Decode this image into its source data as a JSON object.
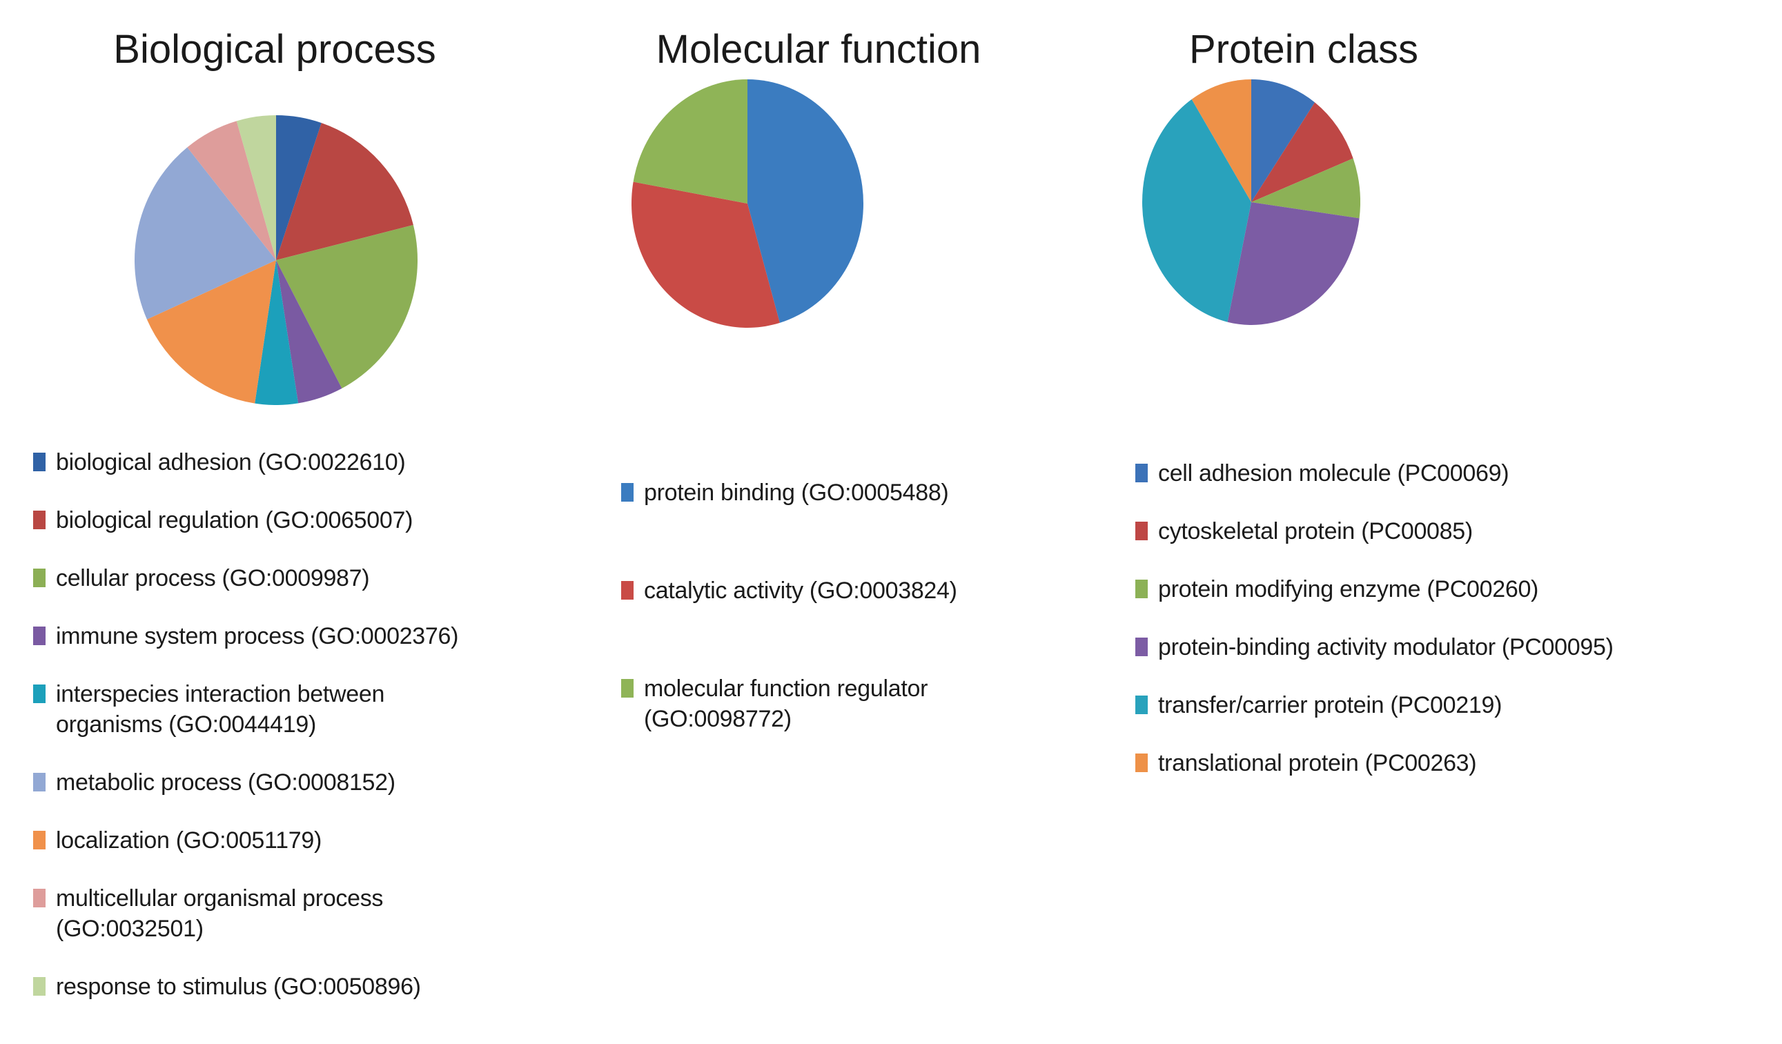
{
  "figure": {
    "background_color": "#ffffff",
    "legend_position": "below"
  },
  "chart_data": [
    {
      "type": "pie",
      "title": "Biological process",
      "slices": [
        {
          "label": "biological adhesion (GO:0022610)",
          "percent": 5.2,
          "color": "#3062A6"
        },
        {
          "label": "biological regulation (GO:0065007)",
          "percent": 15.9,
          "color": "#B94743"
        },
        {
          "label": "cellular process (GO:0009987)",
          "percent": 21.2,
          "color": "#8CAF55"
        },
        {
          "label": "immune system process (GO:0002376)",
          "percent": 5.2,
          "color": "#7A5AA2"
        },
        {
          "label": "interspecies interaction between organisms (GO:0044419)",
          "percent": 4.9,
          "color": "#1CA0BB"
        },
        {
          "label": "localization (GO:0051179)",
          "percent": 15.9,
          "color": "#F0914B"
        },
        {
          "label": "metabolic process (GO:0008152)",
          "percent": 20.9,
          "color": "#92A8D4"
        },
        {
          "label": "multicellular organismal process (GO:0032501)",
          "percent": 6.3,
          "color": "#DE9D9B"
        },
        {
          "label": "response to stimulus (GO:0050896)",
          "percent": 4.5,
          "color": "#C0D69E"
        }
      ],
      "legend": [
        {
          "color": "#3062A6",
          "lines": [
            "biological adhesion (GO:0022610)"
          ]
        },
        {
          "color": "#B94743",
          "lines": [
            "biological regulation (GO:0065007)"
          ]
        },
        {
          "color": "#8CAF55",
          "lines": [
            "cellular process (GO:0009987)"
          ]
        },
        {
          "color": "#7A5AA2",
          "lines": [
            "immune system process (GO:0002376)"
          ]
        },
        {
          "color": "#1CA0BB",
          "lines": [
            "interspecies interaction between",
            "organisms (GO:0044419)"
          ]
        },
        {
          "color": "#92A8D4",
          "lines": [
            "metabolic process (GO:0008152)"
          ]
        },
        {
          "color": "#F0914B",
          "lines": [
            "localization (GO:0051179)"
          ]
        },
        {
          "color": "#DE9D9B",
          "lines": [
            "multicellular organismal process",
            "(GO:0032501)"
          ]
        },
        {
          "color": "#C0D69E",
          "lines": [
            "response to stimulus (GO:0050896)"
          ]
        }
      ]
    },
    {
      "type": "pie",
      "title": "Molecular function",
      "slices": [
        {
          "label": "protein binding (GO:0005488)",
          "percent": 45.5,
          "color": "#3B7CC0"
        },
        {
          "label": "catalytic activity (GO:0003824)",
          "percent": 32.3,
          "color": "#C94B46"
        },
        {
          "label": "molecular function regulator (GO:0098772)",
          "percent": 22.2,
          "color": "#8FB457"
        }
      ],
      "legend": [
        {
          "color": "#3B7CC0",
          "lines": [
            "protein binding (GO:0005488)"
          ]
        },
        {
          "color": "#C94B46",
          "lines": [
            "catalytic activity (GO:0003824)"
          ]
        },
        {
          "color": "#8FB457",
          "lines": [
            "molecular function regulator",
            "(GO:0098772)"
          ]
        }
      ]
    },
    {
      "type": "pie",
      "title": "Protein class",
      "slices": [
        {
          "label": "cell adhesion molecule (PC00069)",
          "percent": 9.9,
          "color": "#3C72B8"
        },
        {
          "label": "cytoskeletal protein (PC00085)",
          "percent": 9.3,
          "color": "#BE4745"
        },
        {
          "label": "protein modifying enzyme (PC00260)",
          "percent": 7.9,
          "color": "#8CB156"
        },
        {
          "label": "protein-binding activity modulator (PC00095)",
          "percent": 26.4,
          "color": "#7C5CA4"
        },
        {
          "label": "transfer/carrier protein (PC00219)",
          "percent": 37.3,
          "color": "#29A2BC"
        },
        {
          "label": "translational protein (PC00263)",
          "percent": 9.2,
          "color": "#EE9148"
        }
      ],
      "legend": [
        {
          "color": "#3C72B8",
          "lines": [
            "cell adhesion molecule (PC00069)"
          ]
        },
        {
          "color": "#BE4745",
          "lines": [
            "cytoskeletal protein (PC00085)"
          ]
        },
        {
          "color": "#8CB156",
          "lines": [
            "protein modifying enzyme (PC00260)"
          ]
        },
        {
          "color": "#7C5CA4",
          "lines": [
            "protein-binding activity modulator (PC00095)"
          ]
        },
        {
          "color": "#29A2BC",
          "lines": [
            "transfer/carrier protein (PC00219)"
          ]
        },
        {
          "color": "#EE9148",
          "lines": [
            "translational protein (PC00263)"
          ]
        }
      ]
    }
  ]
}
